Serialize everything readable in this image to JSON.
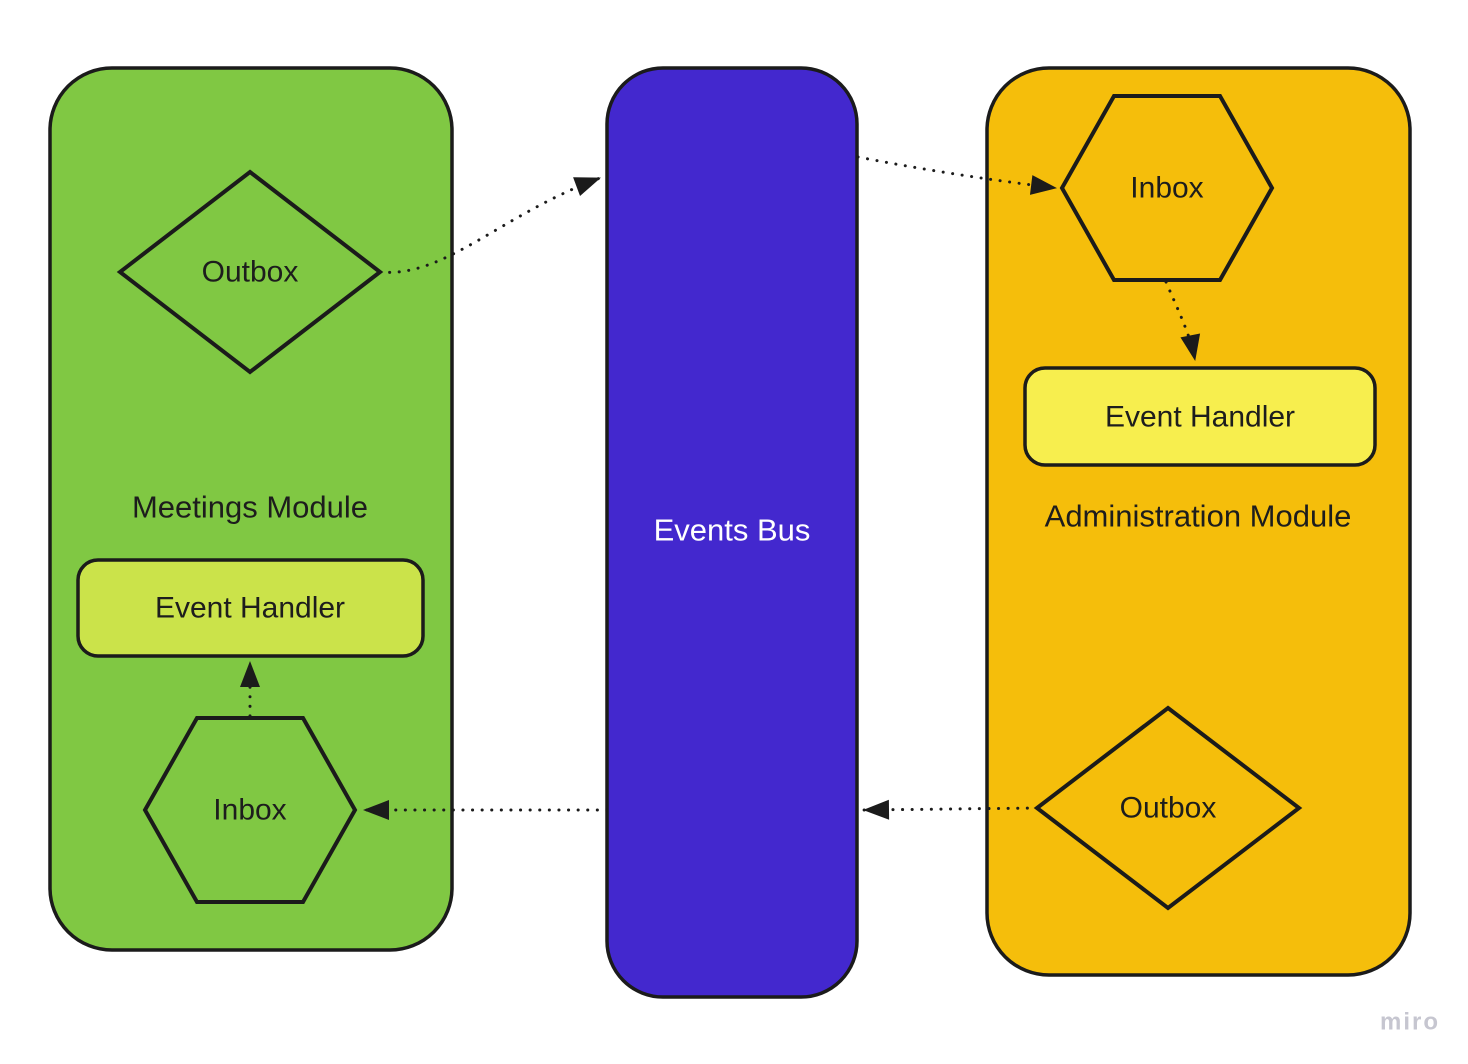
{
  "modules": {
    "meetings": {
      "title": "Meetings Module",
      "outbox": "Outbox",
      "inbox": "Inbox",
      "event_handler": "Event Handler"
    },
    "events_bus": {
      "title": "Events Bus"
    },
    "administration": {
      "title": "Administration Module",
      "inbox": "Inbox",
      "event_handler": "Event Handler",
      "outbox": "Outbox"
    }
  },
  "colors": {
    "meetings_fill": "#80C843",
    "meetings_handler_fill": "#CBE34A",
    "bus_fill": "#4328CE",
    "admin_fill": "#F5BE0B",
    "admin_handler_fill": "#F7EE4E",
    "stroke": "#1b1b1b"
  },
  "watermark": "miro"
}
